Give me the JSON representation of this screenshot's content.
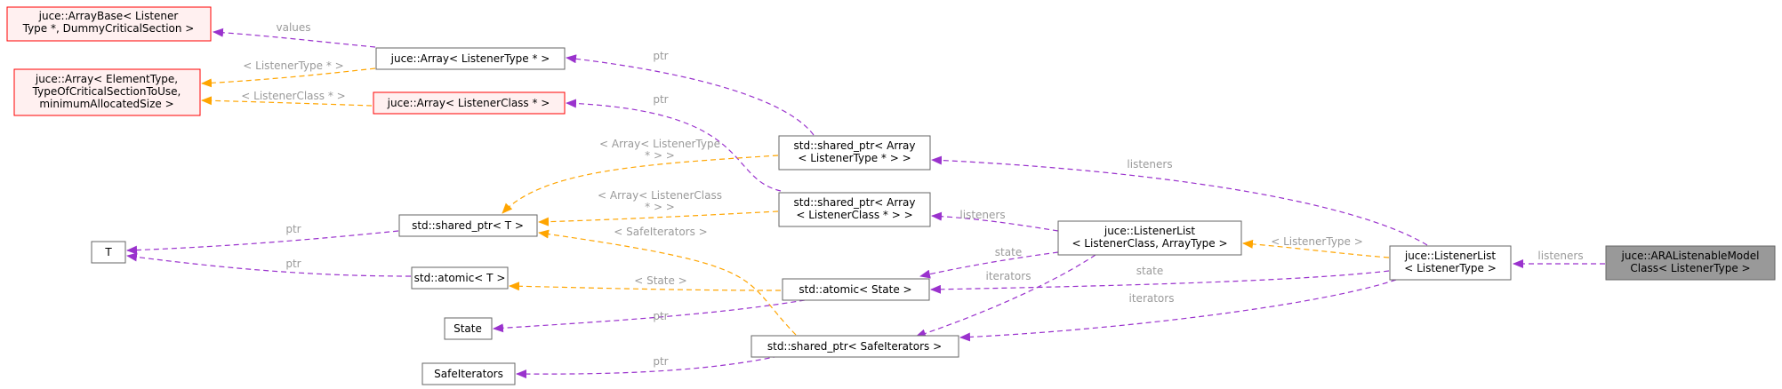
{
  "colors": {
    "usage_edge": "#9a32cd",
    "template_edge": "#ffa500",
    "label_text": "#9a9a9a",
    "focus_fill": "#999999",
    "external_fill": "#fff0f0",
    "external_border": "#ff0000",
    "normal_border": "#666666"
  },
  "nodes": {
    "focus": {
      "lines": [
        "juce::ARAListenableModel",
        "Class< ListenerType >"
      ]
    },
    "listenerlist_lt": {
      "lines": [
        "juce::ListenerList",
        "< ListenerType >"
      ]
    },
    "listenerlist_lc": {
      "lines": [
        "juce::ListenerList",
        "< ListenerClass, ArrayType >"
      ]
    },
    "shared_array_lt": {
      "lines": [
        "std::shared_ptr< Array",
        "< ListenerType * > >"
      ]
    },
    "shared_array_lc": {
      "lines": [
        "std::shared_ptr< Array",
        "< ListenerClass * > >"
      ]
    },
    "atomic_state": {
      "lines": [
        "std::atomic< State >"
      ]
    },
    "shared_safeit": {
      "lines": [
        "std::shared_ptr< SafeIterators >"
      ]
    },
    "array_lt": {
      "lines": [
        "juce::Array< ListenerType * >"
      ]
    },
    "array_lc": {
      "lines": [
        "juce::Array< ListenerClass * >"
      ]
    },
    "arraybase": {
      "lines": [
        "juce::ArrayBase< Listener",
        "Type *, DummyCriticalSection >"
      ]
    },
    "array_generic": {
      "lines": [
        "juce::Array< ElementType,",
        "TypeOfCriticalSectionToUse,",
        "minimumAllocatedSize >"
      ]
    },
    "shared_t": {
      "lines": [
        "std::shared_ptr< T >"
      ]
    },
    "atomic_t": {
      "lines": [
        "std::atomic< T >"
      ]
    },
    "t": {
      "lines": [
        "T"
      ]
    },
    "state": {
      "lines": [
        "State"
      ]
    },
    "safeiterators": {
      "lines": [
        "SafeIterators"
      ]
    }
  },
  "edges": {
    "listeners_focus": {
      "lines": [
        "listeners"
      ]
    },
    "state_ll": {
      "lines": [
        "state"
      ]
    },
    "iterators_ll": {
      "lines": [
        "iterators"
      ]
    },
    "listeners_lt": {
      "lines": [
        "listeners"
      ]
    },
    "template_listenertype": {
      "lines": [
        "< ListenerType >"
      ]
    },
    "listeners_lc": {
      "lines": [
        "listeners"
      ]
    },
    "state_lc": {
      "lines": [
        "state"
      ]
    },
    "iterators_lc": {
      "lines": [
        "iterators"
      ]
    },
    "ptr_array_lt": {
      "lines": [
        "ptr"
      ]
    },
    "ptr_array_lc": {
      "lines": [
        "ptr"
      ]
    },
    "values": {
      "lines": [
        "values"
      ]
    },
    "template_lt_ptr": {
      "lines": [
        "< ListenerType * >"
      ]
    },
    "template_lc_ptr": {
      "lines": [
        "< ListenerClass * >"
      ]
    },
    "template_array_lt": {
      "lines": [
        "< Array< ListenerType",
        "* > >"
      ]
    },
    "template_array_lc": {
      "lines": [
        "< Array< ListenerClass",
        "* > >"
      ]
    },
    "template_safeit": {
      "lines": [
        "< SafeIterators >"
      ]
    },
    "template_state": {
      "lines": [
        "< State >"
      ]
    },
    "ptr_t_shared": {
      "lines": [
        "ptr"
      ]
    },
    "ptr_t_atomic": {
      "lines": [
        "ptr"
      ]
    },
    "ptr_state": {
      "lines": [
        "ptr"
      ]
    },
    "ptr_safeit": {
      "lines": [
        "ptr"
      ]
    }
  }
}
